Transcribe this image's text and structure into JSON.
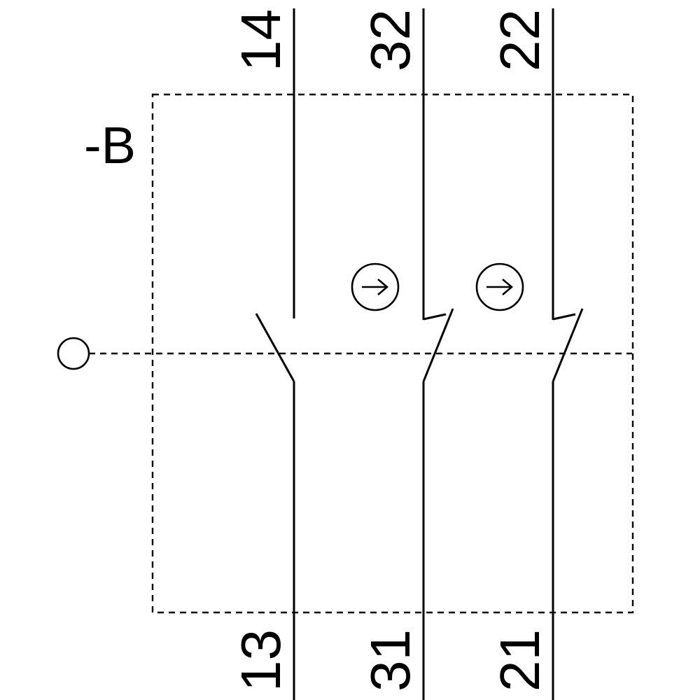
{
  "diagram": {
    "device_label": "-B",
    "colors": {
      "line": "#000000",
      "background": "#ffffff"
    },
    "contacts": [
      {
        "type": "NO",
        "top_terminal": "14",
        "bottom_terminal": "13",
        "positive_opening": false
      },
      {
        "type": "NC",
        "top_terminal": "32",
        "bottom_terminal": "31",
        "positive_opening": true
      },
      {
        "type": "NC",
        "top_terminal": "22",
        "bottom_terminal": "21",
        "positive_opening": true
      }
    ],
    "symbols": {
      "positive_opening_icon": "circle-right-arrow-icon",
      "actuator_icon": "plunger-circle-icon"
    }
  }
}
